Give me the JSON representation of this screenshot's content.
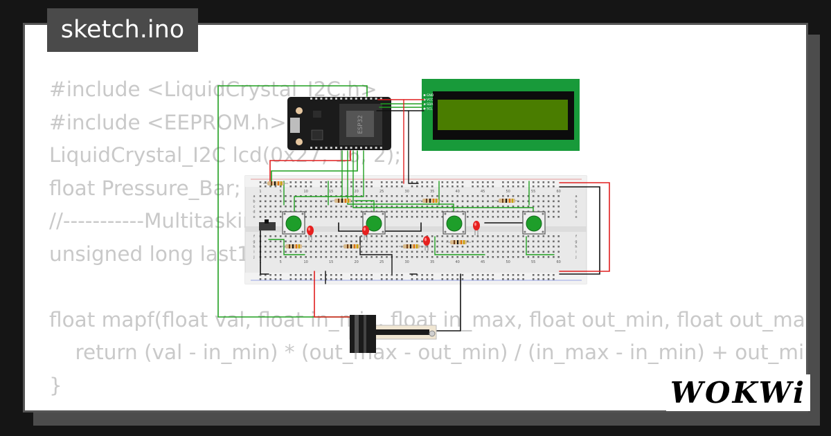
{
  "tab": {
    "label": "sketch.ino"
  },
  "code_lines": [
    "#include <LiquidCrystal_I2C.h>",
    "#include <EEPROM.h>",
    "LiquidCrystal_I2C lcd(0x27, 16, 2);",
    "float Pressure_Bar;",
    "//-----------Multitasking",
    "unsigned long last1",
    "",
    "float mapf(float val, float in_min, float in_max, float out_min, float out_max) {",
    "    return (val - in_min) * (out_max - out_min) / (in_max - in_min) + out_min;",
    "}"
  ],
  "brand": {
    "logo": "WOKWi"
  },
  "breadboard": {
    "column_numbers": [
      "1",
      "5",
      "10",
      "15",
      "20",
      "25",
      "30",
      "35",
      "40",
      "45",
      "50",
      "55",
      "60"
    ],
    "row_letters_top": [
      "a",
      "b",
      "c",
      "d",
      "e"
    ],
    "row_letters_bottom": [
      "f",
      "g",
      "h",
      "i",
      "j"
    ]
  },
  "lcd": {
    "pins": [
      "GND",
      "VCC",
      "SDA",
      "SCL"
    ],
    "screen_color": "#4a7d00",
    "board_color": "#189a3a"
  },
  "esp32": {
    "chip_label": "ESP32"
  },
  "colors": {
    "wire_green": "#1f9f1f",
    "wire_red": "#e01e1e",
    "wire_black": "#111111",
    "button_green": "#1e9e2a",
    "led_red": "#e6201f",
    "code_gray": "#c9c9c9",
    "tab_bg": "#4a4a4a"
  }
}
